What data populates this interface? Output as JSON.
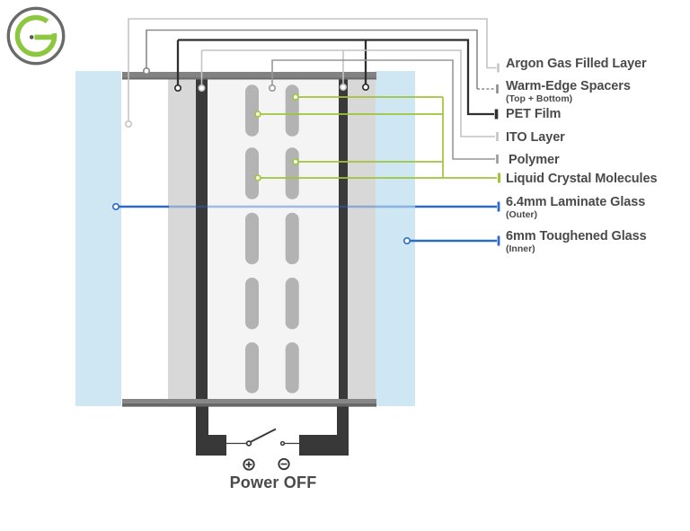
{
  "brand": {
    "logo_letter": "G",
    "logo_green": "#8dc63f",
    "logo_ring_gray": "#6a6a6a"
  },
  "labels": {
    "argon": "Argon Gas Filled Layer",
    "warm_edge": "Warm-Edge Spacers",
    "warm_edge_sub": "(Top + Bottom)",
    "pet": "PET Film",
    "ito": "ITO Layer",
    "polymer": "Polymer",
    "liquid_crystal": "Liquid Crystal Molecules",
    "laminate": "6.4mm Laminate Glass",
    "laminate_sub": "(Outer)",
    "toughened": "6mm Toughened Glass",
    "toughened_sub": "(Inner)"
  },
  "power": {
    "label": "Power OFF",
    "plus_symbol": "+",
    "minus_symbol": "−"
  },
  "icons": {
    "plus": "circled-plus-icon",
    "minus": "circled-minus-icon",
    "logo": "g-ring-logo"
  },
  "colors": {
    "glass_blue": "#cee7f2",
    "pet_gray": "#d8d8d8",
    "ito_dark": "#3a3a3a",
    "polymer_white": "#f4f4f4",
    "lc_pill_gray": "#b3b3b3",
    "spacer_bar_gray": "#828282",
    "leader_light": "#c4c4c4",
    "leader_mid": "#8a8a8a",
    "leader_dark": "#2f2f2f",
    "leader_green": "#9fc43c",
    "leader_blue": "#2b6ac9",
    "text_gray": "#4a4a4a",
    "terminal_dark": "#383838"
  }
}
